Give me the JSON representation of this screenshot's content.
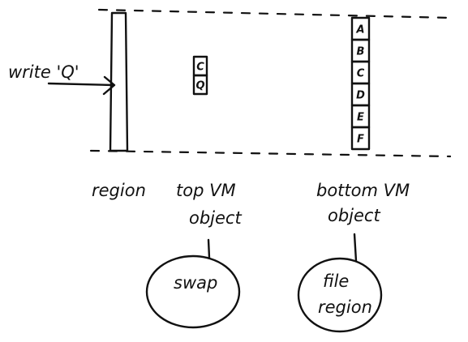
{
  "labels": {
    "write_label": "write 'Q'",
    "region_label": "region",
    "top_vm_line1": "top VM",
    "top_vm_line2": "object",
    "bottom_vm_line1": "bottom VM",
    "bottom_vm_line2": "object",
    "swap_label": "swap",
    "file_region_line1": "file",
    "file_region_line2": "region"
  },
  "top_object_pages": [
    "C",
    "Q"
  ],
  "bottom_object_pages": [
    "A",
    "B",
    "C",
    "D",
    "E",
    "F"
  ]
}
